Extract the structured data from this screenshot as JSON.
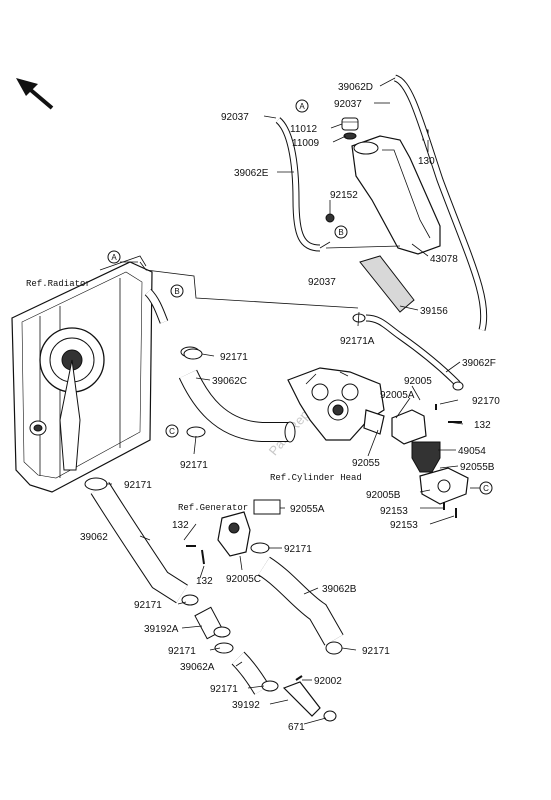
{
  "diagram": {
    "labels": {
      "l39062D": "39062D",
      "l92037a": "92037",
      "l92037b": "92037",
      "l11012": "11012",
      "l11009": "11009",
      "l130": "130",
      "l39062E": "39062E",
      "l92152": "92152",
      "l92037c": "92037",
      "l43078": "43078",
      "l39156": "39156",
      "l92171A": "92171A",
      "l39062F": "39062F",
      "l92171a": "92171",
      "l39062C": "39062C",
      "l92005": "92005",
      "l92005A": "92005A",
      "l92170": "92170",
      "l132a": "132",
      "l49054": "49054",
      "l92055B": "92055B",
      "l92055": "92055",
      "l92171b": "92171",
      "l92005B": "92005B",
      "l92153a": "92153",
      "l92153b": "92153",
      "l92171c": "92171",
      "l92055A": "92055A",
      "l39062": "39062",
      "l132b": "132",
      "l92171d": "92171",
      "l132c": "132",
      "l92005C": "92005C",
      "l39062B": "39062B",
      "l92171e": "92171",
      "l39192A": "39192A",
      "l92171f": "92171",
      "l39062A": "39062A",
      "l92171g": "92171",
      "l92002": "92002",
      "l92171h": "92171",
      "l39192": "39192",
      "l671": "671"
    },
    "refs": {
      "radiator": "Ref.Radiator",
      "cylinder_head": "Ref.Cylinder Head",
      "generator": "Ref.Generator"
    },
    "callouts": {
      "A": "A",
      "B": "B",
      "C": "C"
    },
    "watermark": "PartsRepublik"
  }
}
